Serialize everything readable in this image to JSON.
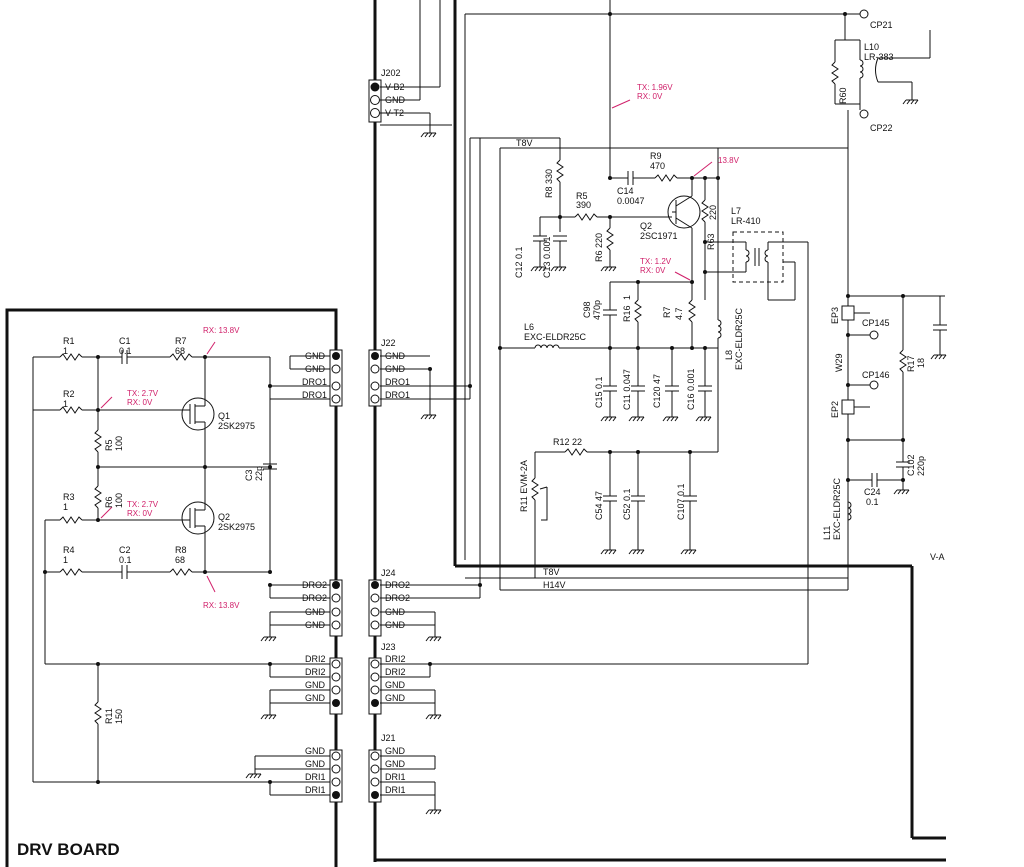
{
  "board_title": "DRV BOARD",
  "connectors": {
    "J202": {
      "name": "J202",
      "pins": [
        "V-B2",
        "GND",
        "V-T2"
      ]
    },
    "J22": {
      "name": "J22",
      "left": [
        "GND",
        "GND",
        "DRO1",
        "DRO1"
      ],
      "right": [
        "GND",
        "GND",
        "DRO1",
        "DRO1"
      ]
    },
    "J24": {
      "name": "J24",
      "left": [
        "DRO2",
        "DRO2",
        "GND",
        "GND"
      ],
      "right": [
        "DRO2",
        "DRO2",
        "GND",
        "GND"
      ]
    },
    "J23": {
      "name": "J23",
      "left": [
        "DRI2",
        "DRI2",
        "GND",
        "GND"
      ],
      "right": [
        "DRI2",
        "DRI2",
        "GND",
        "GND"
      ]
    },
    "J21": {
      "name": "J21",
      "left": [
        "GND",
        "GND",
        "DRI1",
        "DRI1"
      ],
      "right": [
        "GND",
        "GND",
        "DRI1",
        "DRI1"
      ]
    }
  },
  "drv": {
    "R1": [
      "R1",
      "1"
    ],
    "C1": [
      "C1",
      "0.1"
    ],
    "R7": [
      "R7",
      "68"
    ],
    "R2": [
      "R2",
      "1"
    ],
    "R5": [
      "R5",
      "100"
    ],
    "Q1": [
      "Q1",
      "2SK2975"
    ],
    "C3": [
      "C3",
      "22p"
    ],
    "R6": [
      "R6",
      "100"
    ],
    "R3": [
      "R3",
      "1"
    ],
    "Q2": [
      "Q2",
      "2SK2975"
    ],
    "R4": [
      "R4",
      "1"
    ],
    "C2": [
      "C2",
      "0.1"
    ],
    "R8": [
      "R8",
      "68"
    ],
    "R11": [
      "R11",
      "150"
    ],
    "note_rx1": "RX: 13.8V",
    "note_g1": [
      "TX: 2.7V",
      "RX: 0V"
    ],
    "note_g2": [
      "TX: 2.7V",
      "RX: 0V"
    ],
    "note_rx2": "RX: 13.8V"
  },
  "main": {
    "T8V_top": "T8V",
    "R8": [
      "R8 330"
    ],
    "R5": [
      "R5",
      "390"
    ],
    "C14": [
      "C14",
      "0.0047"
    ],
    "R9": [
      "R9",
      "470"
    ],
    "note_13_8": "13.8V",
    "Q2": [
      "Q2",
      "2SC1971"
    ],
    "R_220": "220",
    "R63": "R63",
    "L7": [
      "L7",
      "LR-410"
    ],
    "C12": "C12 0.1",
    "C13": "C13 0.001",
    "R6": "R6 220",
    "note_tx12": [
      "TX: 1.2V",
      "RX: 0V"
    ],
    "note_tx196": [
      "TX: 1.96V",
      "RX: 0V"
    ],
    "C98": [
      "C98",
      "470p"
    ],
    "R16": [
      "R16",
      "1"
    ],
    "R7": [
      "R7",
      "4.7"
    ],
    "L8": [
      "L8",
      "EXC-ELDR25C"
    ],
    "L6": [
      "L6",
      "EXC-ELDR25C"
    ],
    "C15": "C15 0.1",
    "C11": "C11 0.047",
    "C120": "C120 47",
    "C16": "C16 0.001",
    "R12": "R12 22",
    "R11": [
      "R11 EVM-2A"
    ],
    "C54": "C54 47",
    "C52": "C52 0.1",
    "C107": "C107 0.1",
    "T8V_bottom": "T8V",
    "H14V": "H14V",
    "CP21": "CP21",
    "L10": [
      "L10",
      "LR-383"
    ],
    "R60": "R60",
    "CP22": "CP22",
    "EP3": "EP3",
    "CP145": "CP145",
    "W29": "W29",
    "CP146": "CP146",
    "R17": [
      "R17",
      "18"
    ],
    "EP2": "EP2",
    "C102": [
      "C102",
      "220p"
    ],
    "C24": [
      "C24",
      "0.1"
    ],
    "L11": [
      "L11",
      "EXC-ELDR25C"
    ],
    "VA": "V-A"
  }
}
